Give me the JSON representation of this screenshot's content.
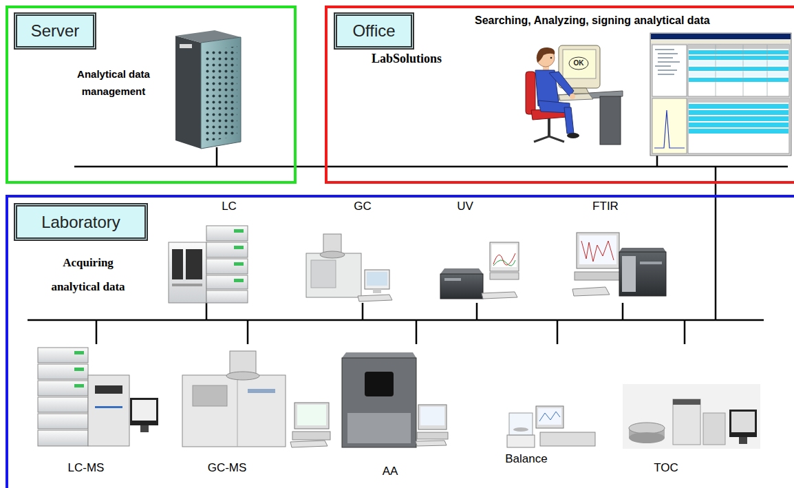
{
  "diagram": {
    "nodes": [
      {
        "text": [
          "Analytical data management"
        ]
      },
      {
        "text": [
          "Server"
        ],
        "in": 0
      },
      {
        "text": [
          "Searching, Analyzing, signing analytical data",
          "LabSolutions"
        ]
      },
      {
        "text": [
          "Office"
        ],
        "in": 2
      },
      {
        "text": [
          "Acquiring analytical data"
        ]
      },
      {
        "text": [
          "Laboratory"
        ],
        "in": 4
      },
      {
        "text": [
          "LC"
        ],
        "in": 4
      },
      {
        "text": [
          "GC"
        ],
        "in": 4
      },
      {
        "text": [
          "UV"
        ],
        "in": 4
      },
      {
        "text": [
          "FTIR"
        ],
        "in": 4
      },
      {
        "text": [
          "LC-MS"
        ],
        "in": 4
      },
      {
        "text": [
          "GC-MS"
        ],
        "in": 4
      },
      {
        "text": [
          "AA"
        ],
        "in": 4
      },
      {
        "text": [
          "Balance"
        ],
        "in": 4
      },
      {
        "text": [
          "TOC"
        ],
        "in": 4
      }
    ],
    "labels": [
      "OK"
    ]
  }
}
